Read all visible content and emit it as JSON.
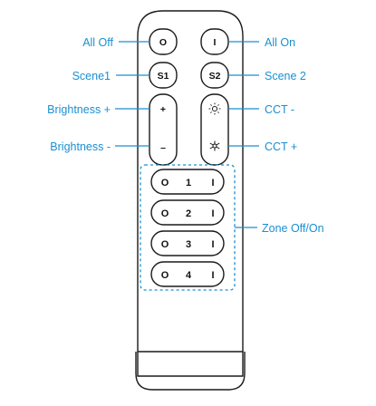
{
  "callouts": {
    "all_off": "All Off",
    "all_on": "All On",
    "scene1": "Scene1",
    "scene2": "Scene 2",
    "brightness_up": "Brightness +",
    "brightness_down": "Brightness -",
    "cct_down": "CCT -",
    "cct_up": "CCT +",
    "zone": "Zone Off/On"
  },
  "buttons": {
    "off": "O",
    "on": "I",
    "s1": "S1",
    "s2": "S2",
    "plus": "+",
    "minus": "–"
  },
  "zones": [
    {
      "off": "O",
      "num": "1",
      "on": "I"
    },
    {
      "off": "O",
      "num": "2",
      "on": "I"
    },
    {
      "off": "O",
      "num": "3",
      "on": "I"
    },
    {
      "off": "O",
      "num": "4",
      "on": "I"
    }
  ],
  "icons": {
    "cct_down": "sun-icon",
    "cct_up": "snowflake-icon"
  },
  "colors": {
    "callout": "#1a8fd1",
    "outline": "#1a1a1a"
  }
}
